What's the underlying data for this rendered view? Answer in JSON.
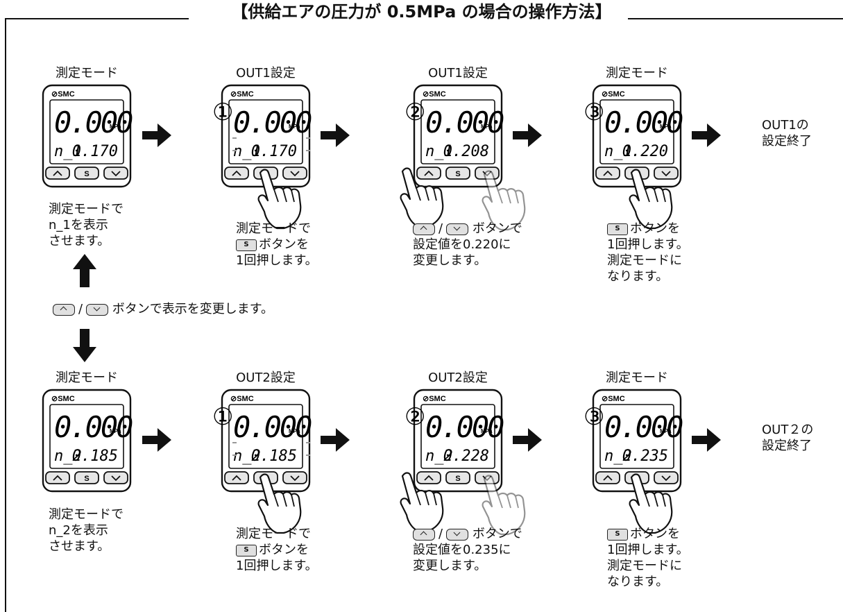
{
  "title": "【供給エアの圧力が 0.5MPa の場合の操作方法】",
  "device": {
    "brand": "SMC",
    "unit": "MPa",
    "main_value": "0.000",
    "btn_s": "S"
  },
  "rows": [
    {
      "panels": [
        {
          "label": "測定モード",
          "step": "",
          "code": "n_1",
          "value": "0.170"
        },
        {
          "label": "OUT1設定",
          "step": "①",
          "code": "n_1",
          "value": "0.170"
        },
        {
          "label": "OUT1設定",
          "step": "②",
          "code": "n_1",
          "value": "0.208"
        },
        {
          "label": "測定モード",
          "step": "③",
          "code": "n_1",
          "value": "0.220"
        }
      ],
      "notes": [
        "測定モードで\nn_1を表示\nさせます。",
        "測定モードで\nボタンを\n1回押します。",
        "ボタンで\n設定値を0.220に\n変更します。",
        "ボタンを\n1回押します。\n測定モードに\nなります。"
      ],
      "end": "OUT1の\n設定終了"
    },
    {
      "panels": [
        {
          "label": "測定モード",
          "step": "",
          "code": "n_2",
          "value": "0.185"
        },
        {
          "label": "OUT2設定",
          "step": "①",
          "code": "n_2",
          "value": "0.185"
        },
        {
          "label": "OUT2設定",
          "step": "②",
          "code": "n_2",
          "value": "0.228"
        },
        {
          "label": "測定モード",
          "step": "③",
          "code": "n_2",
          "value": "0.235"
        }
      ],
      "notes": [
        "測定モードで\nn_2を表示\nさせます。",
        "測定モードで\nボタンを\n1回押します。",
        "ボタンで\n設定値を0.235に\n変更します。",
        "ボタンを\n1回押します。\n測定モードに\nなります。"
      ],
      "end": "OUT２の\n設定終了"
    }
  ],
  "switch_note": "ボタンで表示を変更します。"
}
